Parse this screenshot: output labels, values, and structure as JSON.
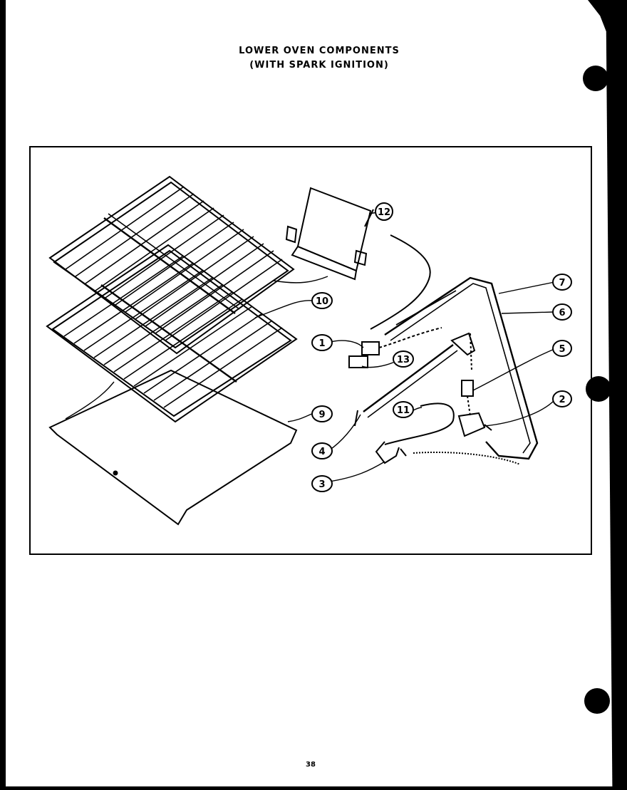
{
  "title": {
    "line1": "LOWER OVEN COMPONENTS",
    "line2": "(WITH SPARK IGNITION)"
  },
  "page_number": "38",
  "callouts": [
    "1",
    "2",
    "3",
    "4",
    "5",
    "6",
    "7",
    "9",
    "10",
    "11",
    "12",
    "13"
  ]
}
